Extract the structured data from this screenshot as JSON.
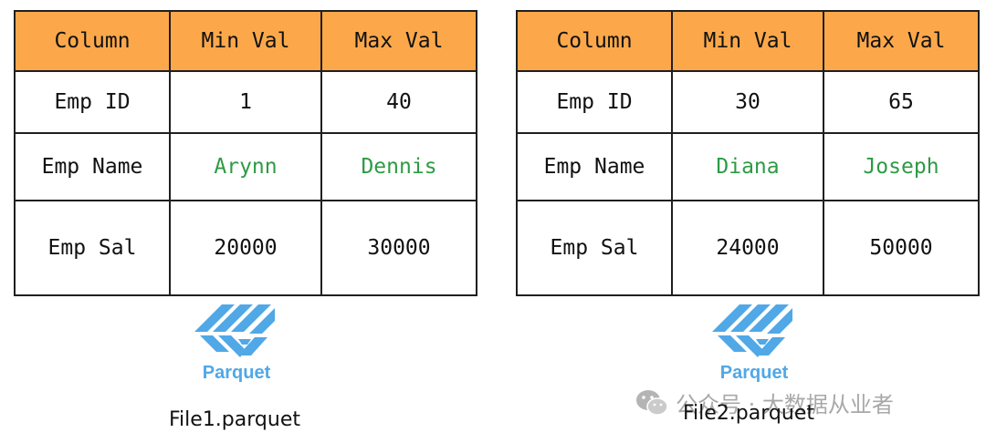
{
  "headers": [
    "Column",
    "Min Val",
    "Max Val"
  ],
  "files": [
    {
      "name": "File1.parquet",
      "logo_text": "Parquet",
      "rows": [
        {
          "column": "Emp ID",
          "min": "1",
          "max": "40"
        },
        {
          "column": "Emp Name",
          "min": "Arynn",
          "max": "Dennis"
        },
        {
          "column": "Emp Sal",
          "min": "20000",
          "max": "30000"
        }
      ]
    },
    {
      "name": "File2.parquet",
      "logo_text": "Parquet",
      "rows": [
        {
          "column": "Emp ID",
          "min": "30",
          "max": "65"
        },
        {
          "column": "Emp Name",
          "min": "Diana",
          "max": "Joseph"
        },
        {
          "column": "Emp Sal",
          "min": "24000",
          "max": "50000"
        }
      ]
    }
  ],
  "watermark": "公众号 · 大数据从业者",
  "colors": {
    "header_bg": "#fca84a",
    "name_values": "#2d9b45",
    "logo": "#50a8e6",
    "border": "#1f1f1f"
  },
  "icons": {
    "logo": "parquet-logo-icon",
    "watermark": "wechat-icon"
  }
}
